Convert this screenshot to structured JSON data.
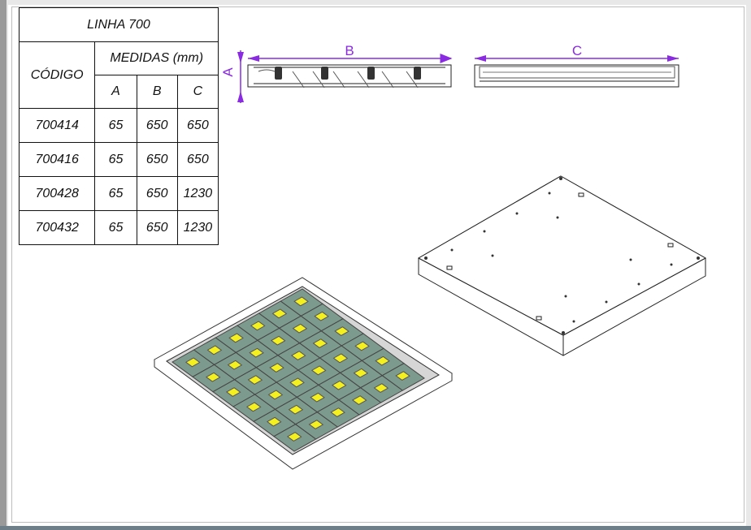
{
  "table": {
    "title": "LINHA 700",
    "code_header": "CÓDIGO",
    "measures_header": "MEDIDAS (mm)",
    "columns": [
      "A",
      "B",
      "C"
    ],
    "rows": [
      {
        "code": "700414",
        "a": "65",
        "b": "650",
        "c": "650"
      },
      {
        "code": "700416",
        "a": "65",
        "b": "650",
        "c": "650"
      },
      {
        "code": "700428",
        "a": "65",
        "b": "650",
        "c": "1230"
      },
      {
        "code": "700432",
        "a": "65",
        "b": "650",
        "c": "1230"
      }
    ]
  },
  "drawings": {
    "dim_a": "A",
    "dim_b": "B",
    "dim_c": "C",
    "dim_color": "#8a2be2"
  }
}
